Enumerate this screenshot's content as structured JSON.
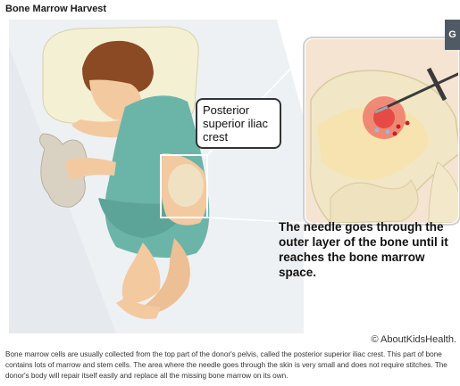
{
  "title": "Bone Marrow Harvest",
  "callout_label": "Posterior superior iliac crest",
  "needle_note": "The needle goes through the outer layer of the bone until it reaches the bone marrow space.",
  "credit": "© AboutKidsHealth.",
  "caption": "Bone marrow cells are usually collected from the top part of the donor's pelvis, called the posterior superior iliac crest. This part of bone contains lots of marrow and stem cells. The area where the needle goes through the skin is very small and does not require stitches. The donor's body will repair itself easily and replace all the missing bone marrow on its own.",
  "corner_tab": "G",
  "colors": {
    "bed": "#eef1f3",
    "pillow": "#f4f0d4",
    "gown": "#6bb5a8",
    "skin": "#f3c9a0",
    "hair": "#8b4a24",
    "bone": "#f1e7c6",
    "marrow": "#e8a04a",
    "needle": "#3a3a3a"
  }
}
